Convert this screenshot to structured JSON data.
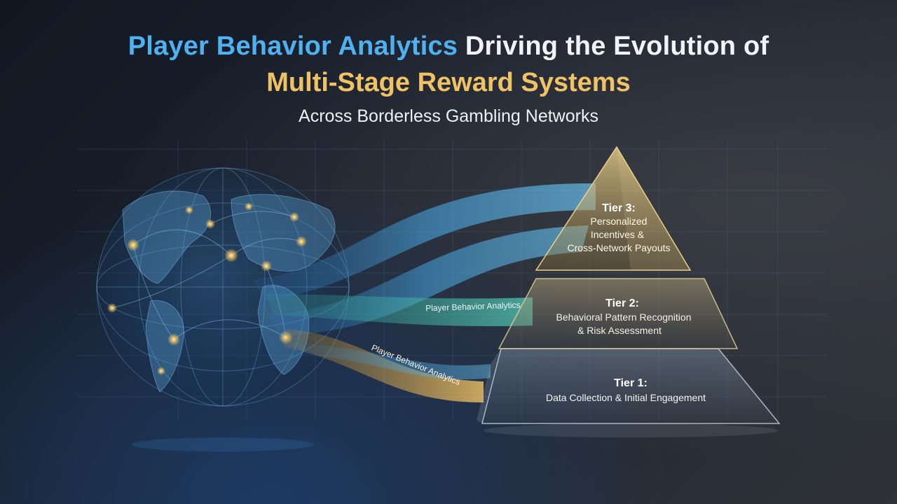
{
  "title": {
    "part_highlight": "Player Behavior Analytics",
    "part_rest": " Driving the Evolution of",
    "line2": "Multi-Stage Reward Systems",
    "subtitle": "Across Borderless Gambling Networks"
  },
  "streams": [
    {
      "label": "Player Behavior Analytics",
      "color": "#4fc3a9"
    },
    {
      "label": "Player Behavior Analytics",
      "color": "#e6b64f"
    }
  ],
  "tiers": [
    {
      "heading": "Tier 3:",
      "lines": [
        "Personalized",
        "Incentives &",
        "Cross-Network Payouts"
      ],
      "color": "#e9c474"
    },
    {
      "heading": "Tier 2:",
      "lines": [
        "Behavioral Pattern Recognition",
        "& Risk Assessment"
      ],
      "color": "#d9c89a"
    },
    {
      "heading": "Tier 1:",
      "lines": [
        "Data Collection & Initial Engagement"
      ],
      "color": "#b7c6d6"
    }
  ],
  "colors": {
    "accent_blue": "#4fb1ef",
    "accent_gold": "#f0c266",
    "accent_teal": "#4fc3a9"
  }
}
